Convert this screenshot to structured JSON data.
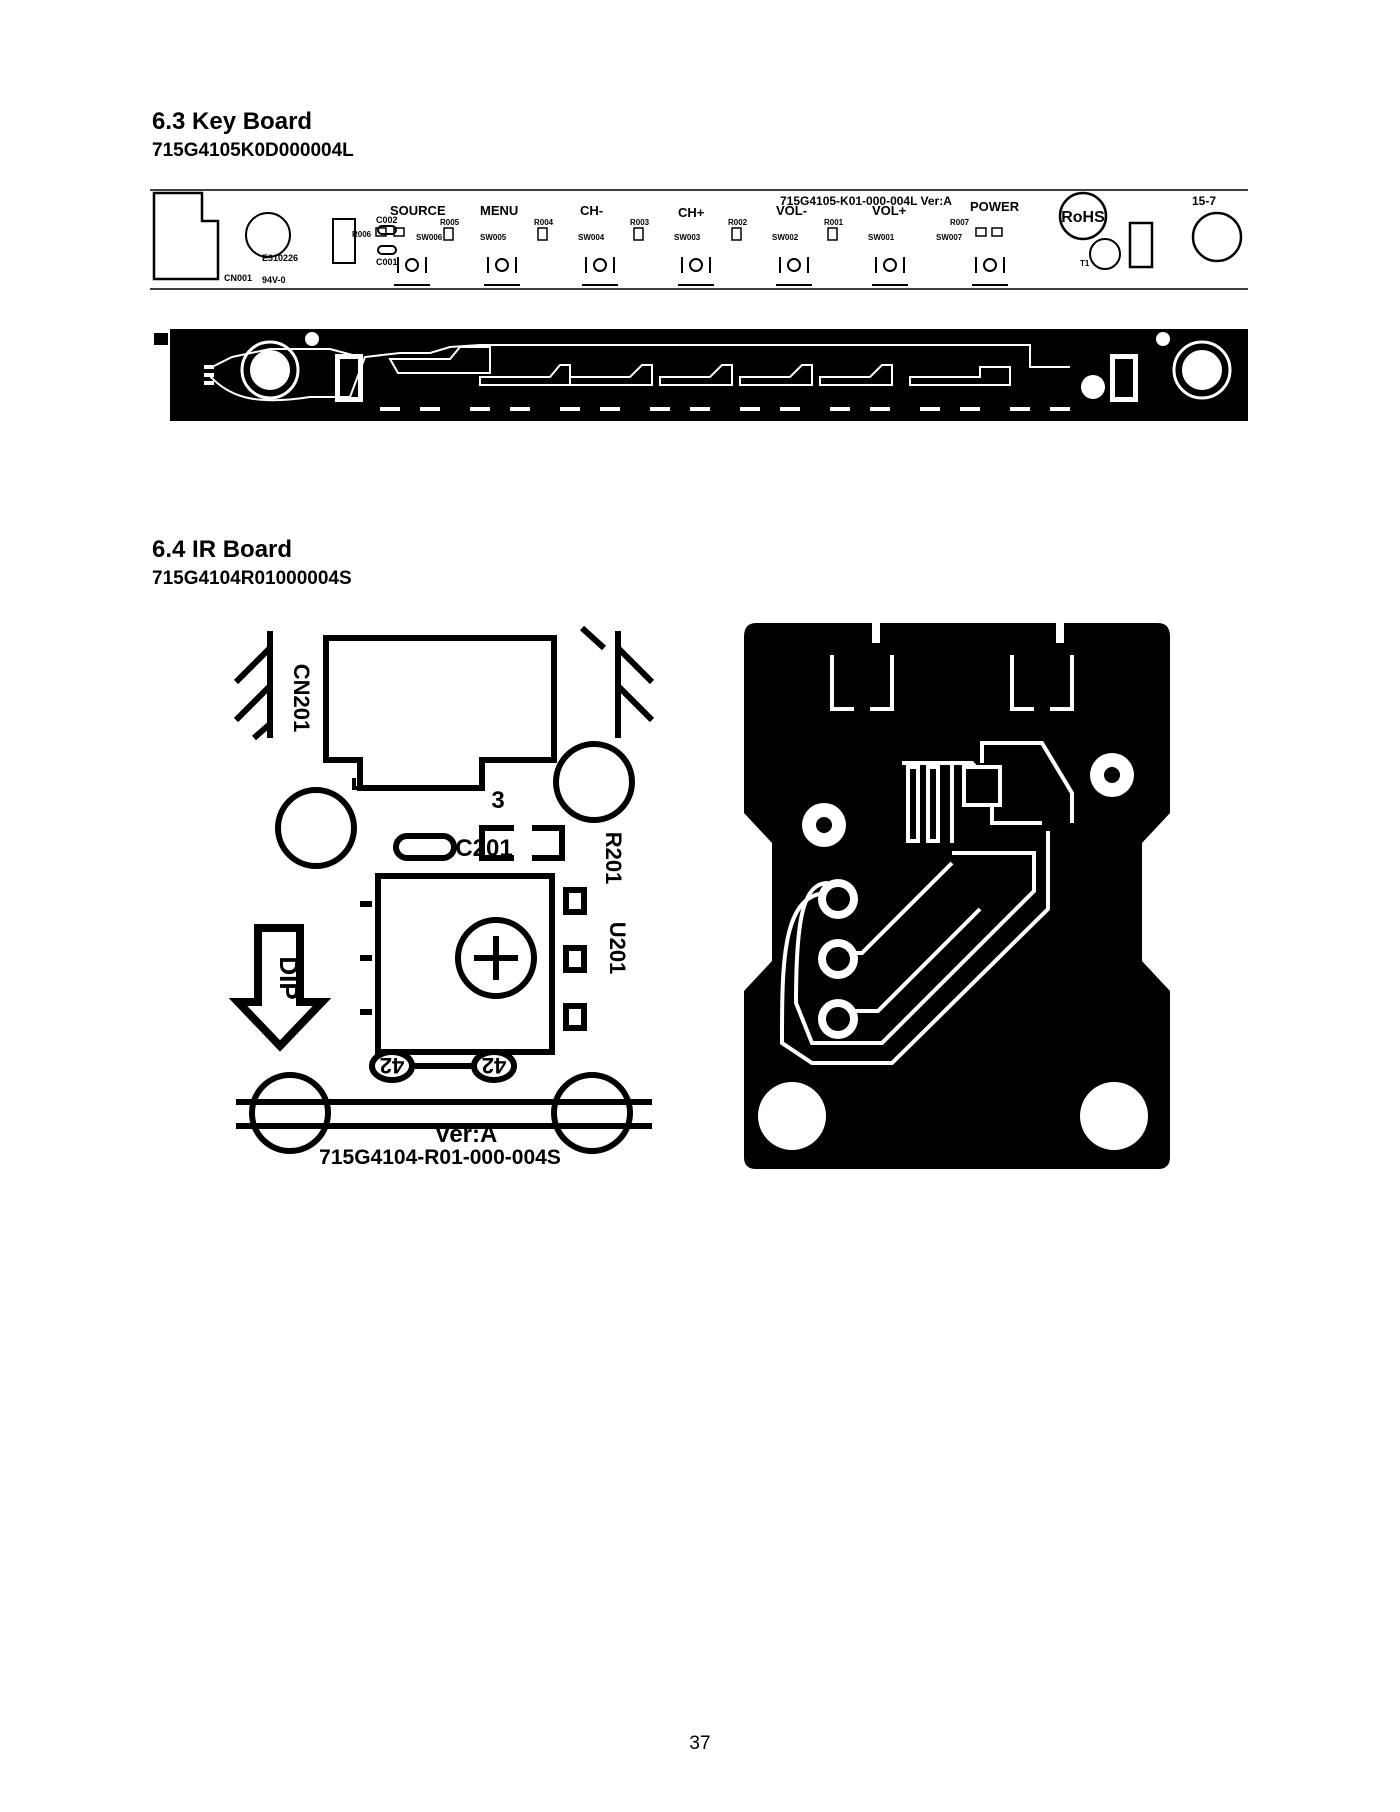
{
  "section_key": {
    "title": "6.3 Key Board",
    "part_number": "715G4105K0D000004L"
  },
  "key_board_silkscreen": {
    "board_label": "715G4105-K01-000-004L Ver:A",
    "buttons": [
      {
        "label": "SOURCE",
        "switch": "SW006",
        "resistor": "R006"
      },
      {
        "label": "MENU",
        "switch": "SW005",
        "resistor": "R005"
      },
      {
        "label": "CH-",
        "switch": "SW004",
        "resistor": "R004"
      },
      {
        "label": "CH+",
        "switch": "SW003",
        "resistor": "R003"
      },
      {
        "label": "VOL-",
        "switch": "SW002",
        "resistor": "R002"
      },
      {
        "label": "VOL+",
        "switch": "SW001",
        "resistor": "R001"
      },
      {
        "label": "POWER",
        "switch": "SW007",
        "resistor": "R007"
      }
    ],
    "capacitors": [
      "C002",
      "C001"
    ],
    "connector": "CN001",
    "ul_mark": "94V-0",
    "ul_code": "E310226",
    "rohs": "RoHS",
    "test_point": "T1",
    "corner_text": "15-7"
  },
  "section_ir": {
    "title": "6.4 IR Board",
    "part_number": "715G4104R01000004S"
  },
  "ir_board_silkscreen": {
    "connector": "CN201",
    "pin": "3",
    "capacitor": "C201",
    "resistor": "R201",
    "sensor": "U201",
    "dip_label": "DIP",
    "marks": [
      "42",
      "42"
    ],
    "version": "Ver:A",
    "board_label": "715G4104-R01-000-004S"
  },
  "page_number": "37"
}
